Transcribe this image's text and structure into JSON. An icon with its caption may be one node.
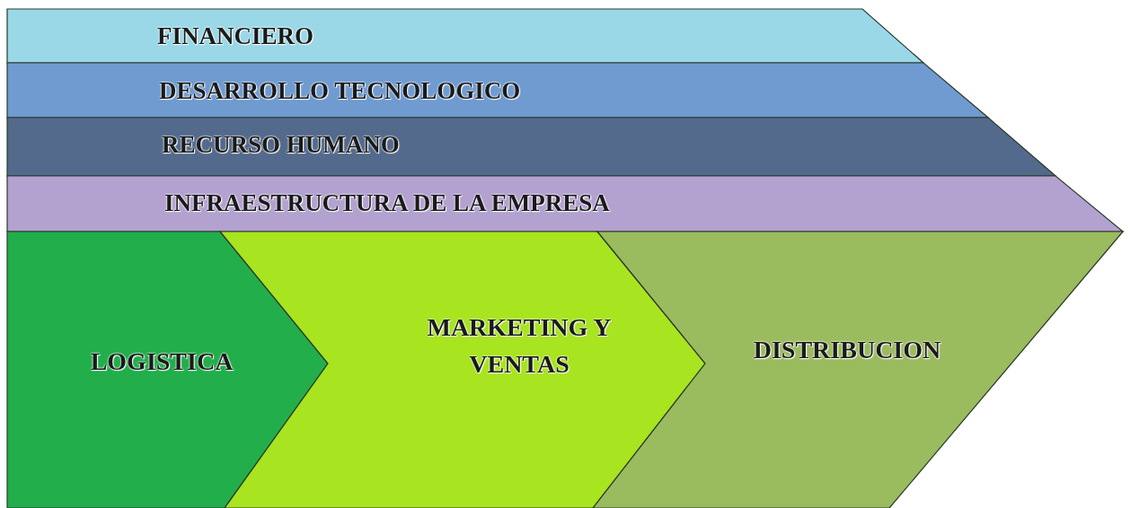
{
  "diagram": {
    "nodes": [
      {
        "text": [
          "FINANCIERO"
        ]
      },
      {
        "text": [
          "DESARROLLO TECNOLOGICO"
        ]
      },
      {
        "text": [
          "RECURSO HUMANO"
        ]
      },
      {
        "text": [
          "INFRAESTRUCTURA DE LA EMPRESA"
        ]
      },
      {
        "text": [
          "LOGISTICA"
        ]
      },
      {
        "text": [
          "MARKETING Y VENTAS"
        ]
      },
      {
        "text": [
          "DISTRIBUCION"
        ]
      }
    ]
  }
}
